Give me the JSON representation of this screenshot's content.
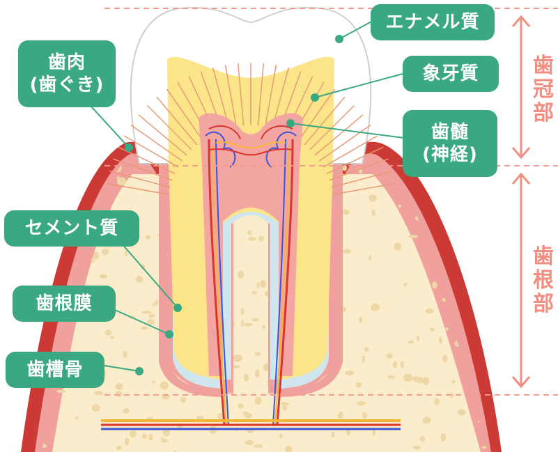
{
  "labels": {
    "enamel": "エナメル質",
    "gum_line1": "歯肉",
    "gum_line2": "(歯ぐき)",
    "dentin": "象牙質",
    "pulp_line1": "歯髄",
    "pulp_line2": "(神経)",
    "cementum": "セメント質",
    "ligament": "歯根膜",
    "bone": "歯槽骨"
  },
  "regions": {
    "crown": [
      "歯",
      "冠",
      "部"
    ],
    "root": [
      "歯",
      "根",
      "部"
    ]
  },
  "colors": {
    "label_bg": "#3aa881",
    "label_text": "#ffffff",
    "region_text": "#f08f80",
    "dashed_line": "#f29a8c",
    "enamel": "#ffffff",
    "dentin": "#fbe588",
    "dentin_lines": "#e79a76",
    "pulp": "#f3a5a2",
    "gum_outer": "#cc3a35",
    "gum_inner": "#f0a09d",
    "bone": "#fbeccb",
    "bone_holes": "#edd7a6",
    "cementum": "#cfe6ee",
    "nerve_red": "#d9342e",
    "nerve_blue": "#3b55d8",
    "nerve_yellow": "#f3b53a",
    "leader": "#3aa881"
  }
}
